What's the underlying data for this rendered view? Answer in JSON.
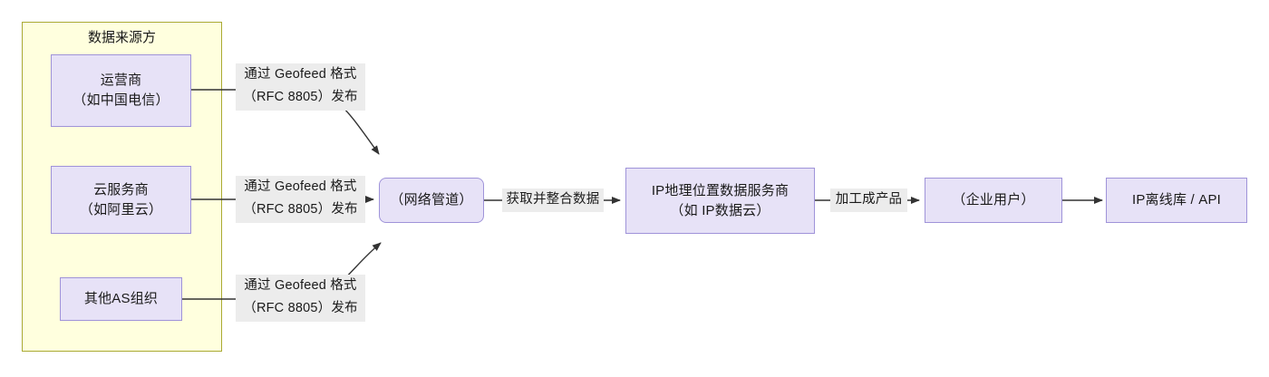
{
  "diagram": {
    "type": "flowchart",
    "direction": "left-to-right",
    "background": "#ffffff",
    "colors": {
      "node_fill": "#e7e2f7",
      "node_stroke": "#9f93d9",
      "cluster_fill": "#ffffde",
      "cluster_stroke": "#aaaa33",
      "edge_stroke": "#333333",
      "edge_label_bg": "#ececec",
      "text": "#1a1a1a"
    },
    "cluster": {
      "id": "data-sources",
      "title": "数据来源方"
    },
    "nodes": [
      {
        "id": "carrier",
        "label": "运营商\n（如中国电信）",
        "shape": "rect"
      },
      {
        "id": "cloud",
        "label": "云服务商\n（如阿里云）",
        "shape": "rect"
      },
      {
        "id": "other-as",
        "label": "其他AS组织",
        "shape": "rect"
      },
      {
        "id": "pipeline",
        "label": "（网络管道）",
        "shape": "rounded"
      },
      {
        "id": "ip-vendor",
        "label": "IP地理位置数据服务商\n（如 IP数据云）",
        "shape": "rect"
      },
      {
        "id": "enterprise",
        "label": "（企业用户）",
        "shape": "rect"
      },
      {
        "id": "product",
        "label": "IP离线库 / API",
        "shape": "rect"
      }
    ],
    "edges": [
      {
        "id": "e1",
        "from": "carrier",
        "to": "pipeline",
        "label": "通过 Geofeed 格式\n（RFC 8805）发布"
      },
      {
        "id": "e2",
        "from": "cloud",
        "to": "pipeline",
        "label": "通过 Geofeed 格式\n（RFC 8805）发布"
      },
      {
        "id": "e3",
        "from": "other-as",
        "to": "pipeline",
        "label": "通过 Geofeed 格式\n（RFC 8805）发布"
      },
      {
        "id": "e4",
        "from": "pipeline",
        "to": "ip-vendor",
        "label": "获取并整合数据"
      },
      {
        "id": "e5",
        "from": "ip-vendor",
        "to": "enterprise",
        "label": "加工成产品"
      },
      {
        "id": "e6",
        "from": "enterprise",
        "to": "product",
        "label": ""
      }
    ]
  }
}
